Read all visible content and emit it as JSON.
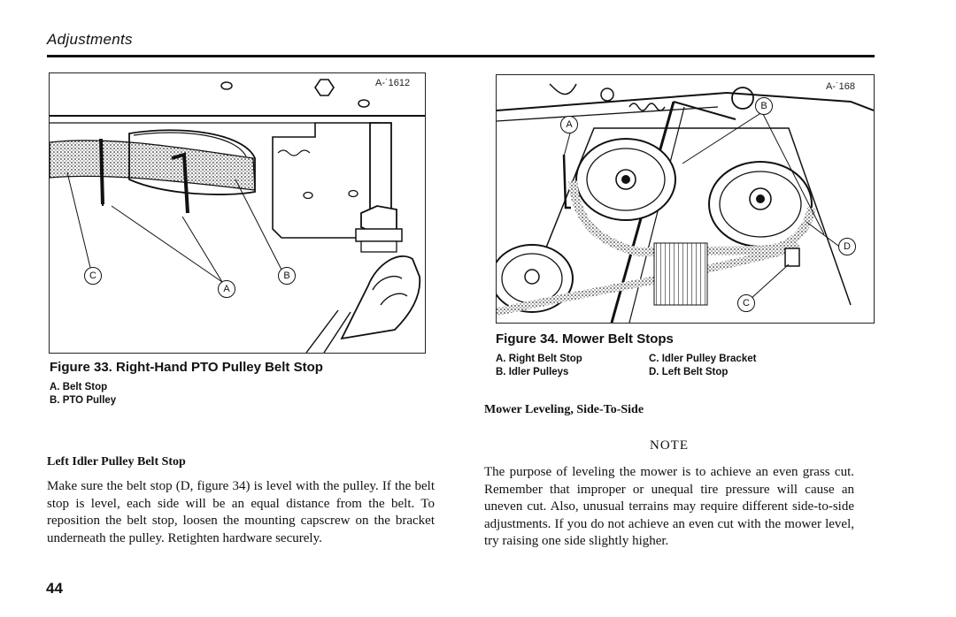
{
  "header": {
    "section_title": "Adjustments"
  },
  "figure33": {
    "id_label": "A-˙1612",
    "callouts": [
      "C",
      "A",
      "B"
    ],
    "caption": "Figure 33. Right-Hand PTO Pulley Belt Stop",
    "legend": [
      "A. Belt Stop",
      "B. PTO Pulley"
    ]
  },
  "figure34": {
    "id_label": "A-˙168",
    "callouts": [
      "A",
      "B",
      "D",
      "C"
    ],
    "caption": "Figure 34. Mower Belt Stops",
    "legend_left": [
      "A. Right Belt Stop",
      "B. Idler Pulleys"
    ],
    "legend_right": [
      "C. Idler Pulley Bracket",
      "D. Left Belt Stop"
    ]
  },
  "left_section": {
    "heading": "Left Idler Pulley Belt Stop",
    "body": "Make sure the belt stop (D, figure 34) is level with the pulley. If the belt stop is level, each side will be an equal distance from the belt. To reposition the belt stop, loosen the mounting capscrew on the bracket underneath the pulley. Retighten hardware securely."
  },
  "right_section": {
    "heading": "Mower Leveling, Side-To-Side",
    "note_heading": "NOTE",
    "body": "The purpose of leveling the mower is to achieve an even grass cut. Remember that improper or unequal tire pressure will cause an uneven cut. Also, unusual terrains may require different side-to-side adjustments. If you do not achieve an even cut with the mower level, try raising one side slightly higher."
  },
  "footer": {
    "page_number": "44"
  }
}
